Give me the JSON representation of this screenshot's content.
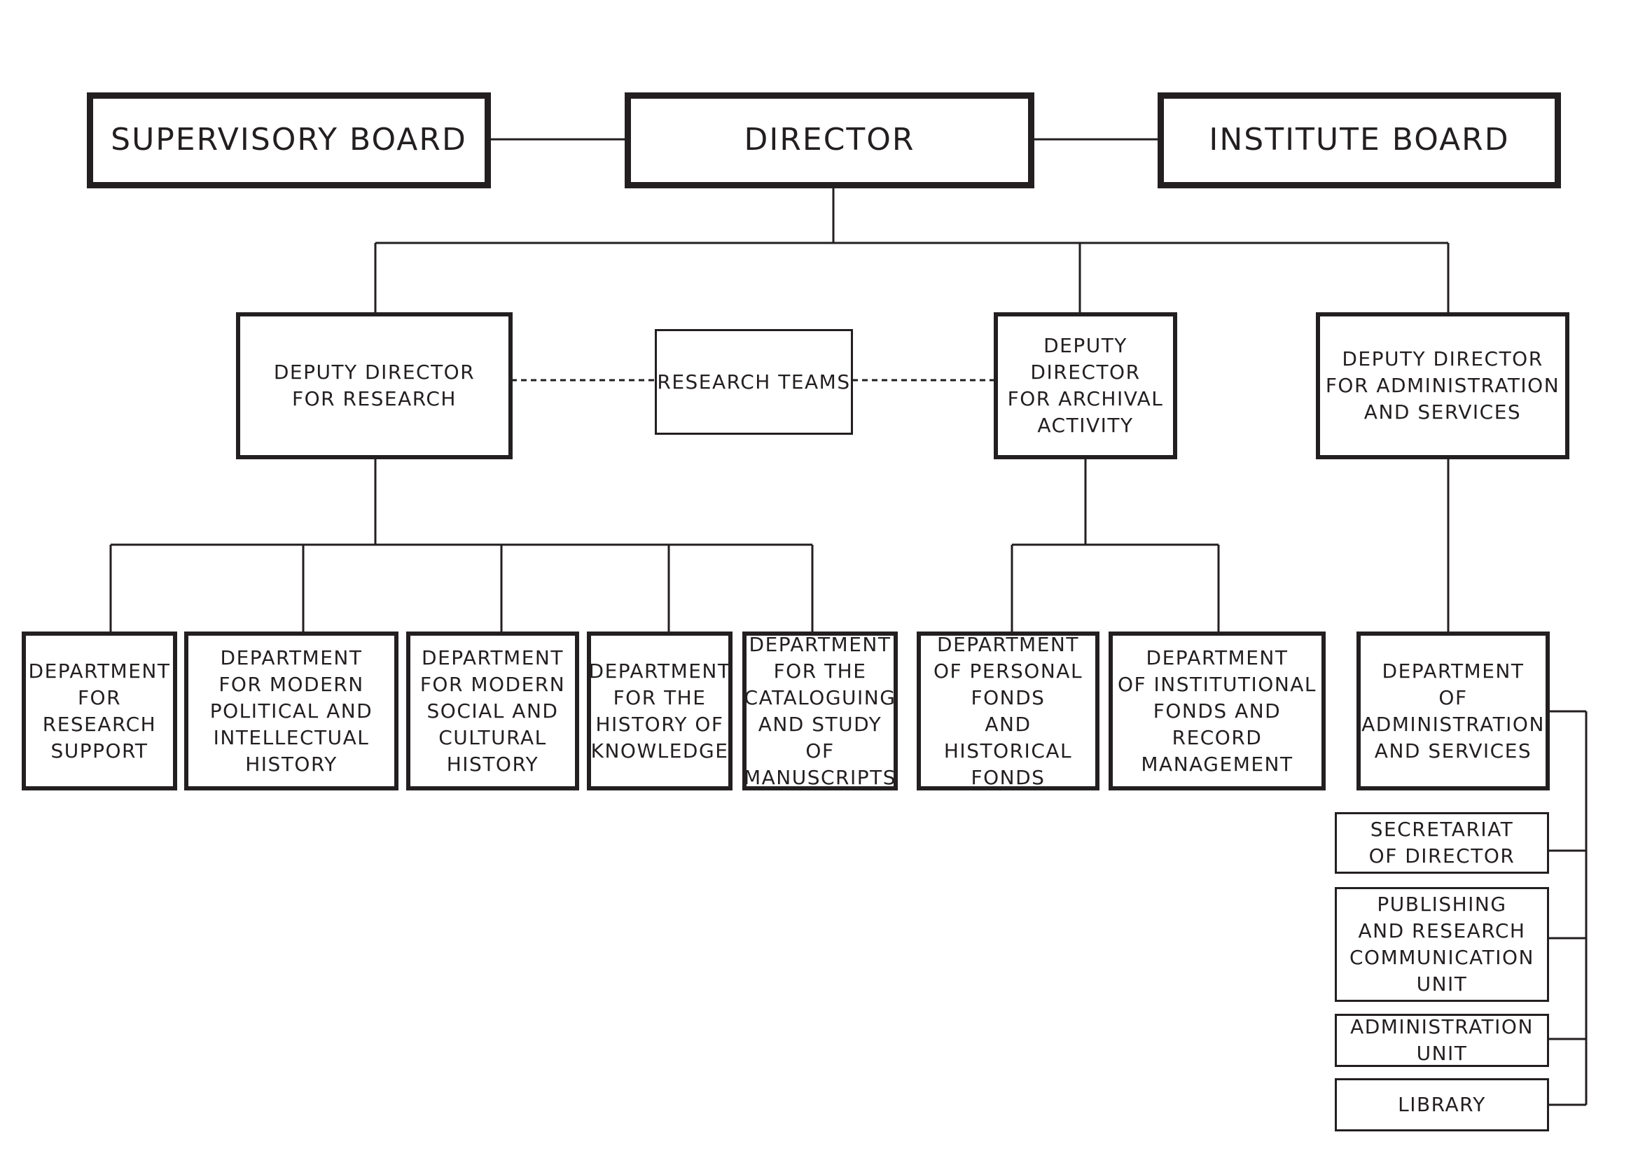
{
  "top": {
    "supervisory_board": "SUPERVISORY BOARD",
    "director": "DIRECTOR",
    "institute_board": "INSTITUTE BOARD"
  },
  "deputies": {
    "research": "DEPUTY DIRECTOR\nFOR RESEARCH",
    "research_teams": "RESEARCH TEAMS",
    "archival": "DEPUTY\nDIRECTOR\nFOR ARCHIVAL\nACTIVITY",
    "administration": "DEPUTY DIRECTOR\nFOR ADMINISTRATION\nAND SERVICES"
  },
  "departments": {
    "research_support": "DEPARTMENT\nFOR\nRESEARCH\nSUPPORT",
    "political_intellectual": "DEPARTMENT\nFOR MODERN\nPOLITICAL AND\nINTELLECTUAL\nHISTORY",
    "social_cultural": "DEPARTMENT\nFOR MODERN\nSOCIAL AND\nCULTURAL\nHISTORY",
    "history_knowledge": "DEPARTMENT\nFOR THE\nHISTORY OF\nKNOWLEDGE",
    "manuscripts": "DEPARTMENT\nFOR THE\nCATALOGUING\nAND STUDY OF\nMANUSCRIPTS",
    "personal_fonds": "DEPARTMENT\nOF PERSONAL\nFONDS\nAND HISTORICAL\nFONDS",
    "institutional_fonds": "DEPARTMENT\nOF INSTITUTIONAL\nFONDS AND RECORD\nMANAGEMENT",
    "administration_services": "DEPARTMENT\nOF\nADMINISTRATION\nAND SERVICES"
  },
  "units": {
    "secretariat": "SECRETARIAT\nOF DIRECTOR",
    "publishing": "PUBLISHING\nAND RESEARCH\nCOMMUNICATION\nUNIT",
    "administration_unit": "ADMINISTRATION\nUNIT",
    "library": "LIBRARY"
  },
  "colors": {
    "line": "#231f20",
    "background": "#ffffff"
  }
}
